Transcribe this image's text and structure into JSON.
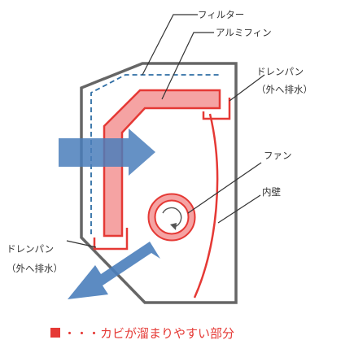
{
  "labels": {
    "filter": "フィルター",
    "aluminum_fin": "アルミフィン",
    "drain_pan_top": "ドレンパン",
    "drain_pan_top_sub": "（外へ排水）",
    "fan": "ファン",
    "inner_wall": "内壁",
    "drain_pan_bottom": "ドレンパン",
    "drain_pan_bottom_sub": "（外へ排水）"
  },
  "legend": {
    "text": "・・・カビが溜まりやすい部分"
  },
  "colors": {
    "casing": "#666666",
    "filter_dashed": "#2e6da4",
    "fin_fill": "#f5a3a3",
    "fin_stroke": "#e53935",
    "red_line": "#e53935",
    "airflow_arrow": "#4a7ebb",
    "leader_line": "#333333"
  }
}
